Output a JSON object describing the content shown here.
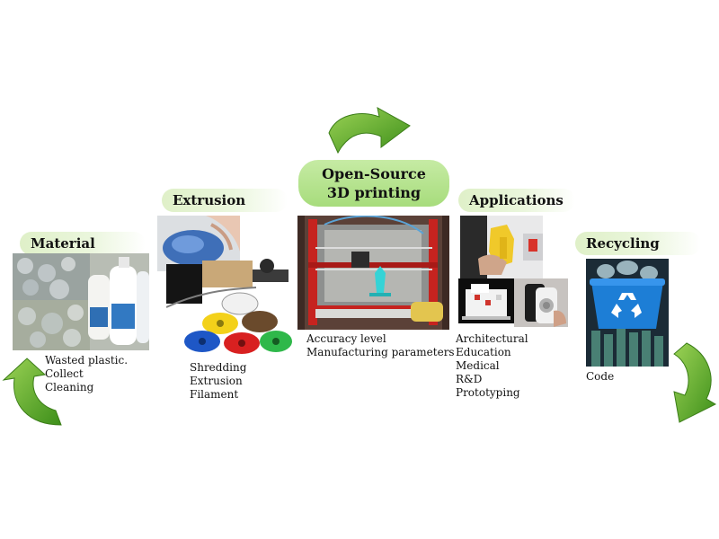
{
  "center": {
    "title_line1": "Open-Source",
    "title_line2": "3D printing"
  },
  "stages": {
    "material": {
      "title": "Material",
      "items": [
        "Wasted plastic.",
        "Collect",
        "Cleaning"
      ]
    },
    "extrusion": {
      "title": "Extrusion",
      "items": [
        "Shredding",
        "Extrusion",
        "Filament"
      ]
    },
    "printing": {
      "items": [
        "Accuracy level",
        "Manufacturing parameters"
      ]
    },
    "applications": {
      "title": "Applications",
      "items": [
        "Architectural",
        "Education",
        "Medical",
        "R&D",
        "Prototyping"
      ]
    },
    "recycling": {
      "title": "Recycling",
      "items": [
        "Code"
      ]
    }
  },
  "colors": {
    "arrow_green": "#6ab42d",
    "pill_green": "#a7dc7c",
    "label_bg": "#e3f2d1"
  },
  "icons": [
    "recycle-arrow-icon",
    "recycling-bin-icon"
  ]
}
